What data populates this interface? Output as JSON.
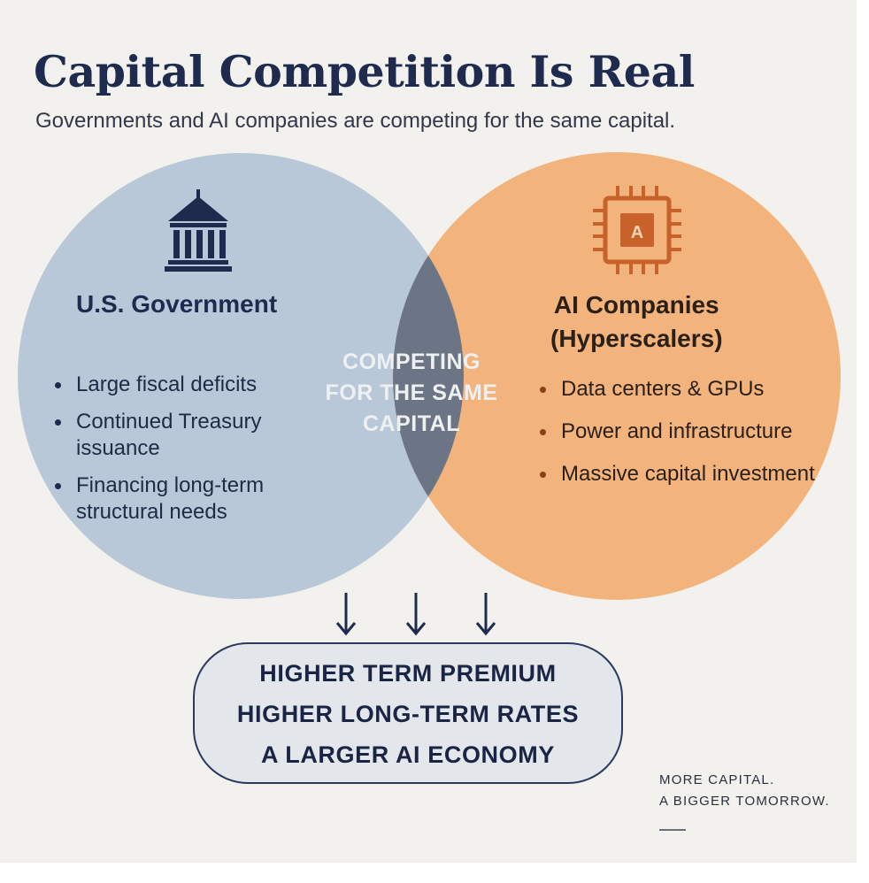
{
  "title": "Capital Competition Is Real",
  "subtitle": "Governments and AI companies are competing for the same capital.",
  "left": {
    "heading": "U.S. Government",
    "icon": "bank-building-icon",
    "bullets": [
      "Large fiscal deficits",
      "Continued Treasury issuance",
      "Financing long-term structural needs"
    ],
    "color": "#b6c7d8"
  },
  "right": {
    "heading_line1": "AI Companies",
    "heading_line2": "(Hyperscalers)",
    "icon": "ai-chip-icon",
    "chip_letter": "A",
    "bullets": [
      "Data centers & GPUs",
      "Power and infrastructure",
      "Massive capital investment"
    ],
    "color": "#f3b27a"
  },
  "overlap": {
    "line1": "COMPETING",
    "line2": "FOR THE SAME",
    "line3": "CAPITAL",
    "color": "#6b7585"
  },
  "result": {
    "line1": "HIGHER TERM PREMIUM",
    "line2": "HIGHER LONG-TERM RATES",
    "line3": "A LARGER AI ECONOMY"
  },
  "tagline": {
    "line1": "MORE CAPITAL.",
    "line2": "A BIGGER TOMORROW."
  },
  "colors": {
    "navy": "#1e2a4e",
    "background": "#f2f1ed",
    "chip_orange": "#c9622a"
  }
}
